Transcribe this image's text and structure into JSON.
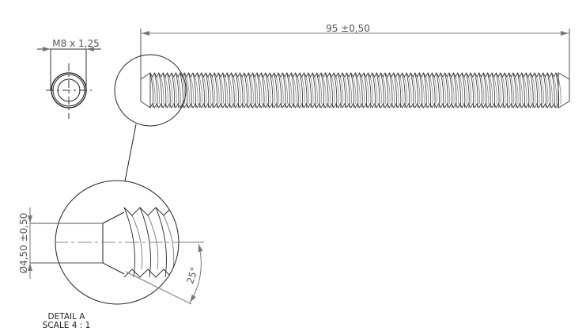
{
  "drawing": {
    "end_view": {
      "thread_callout": "M8 x 1,25"
    },
    "side_view": {
      "length_dimension": "95 ±0,50"
    },
    "detail": {
      "diameter_dimension": "Ø4,50 ±0,50",
      "angle_dimension": "25°",
      "title": "DETAIL A",
      "scale": "SCALE 4 : 1"
    }
  }
}
